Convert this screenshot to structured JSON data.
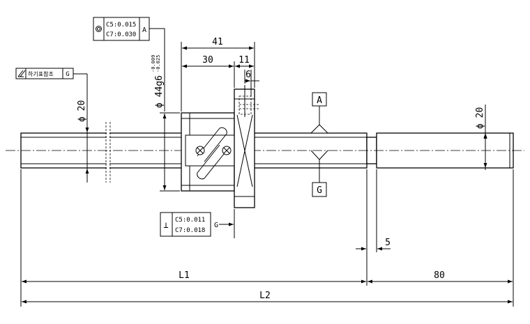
{
  "dimensions": {
    "nut_length": "41",
    "flange_offset": "30",
    "flange_width": "11",
    "flange_slot": "6",
    "nut_diameter_base": "ϕ 44g6",
    "nut_diameter_tol_upper": "-0.009",
    "nut_diameter_tol_lower": "-0.025",
    "shaft_diameter_left": "ϕ 20",
    "shaft_diameter_right": "ϕ 20",
    "end_offset": "5",
    "length_l1": "L1",
    "length_end": "80",
    "length_l2": "L2"
  },
  "datums": {
    "datum_a": "A",
    "datum_g": "G"
  },
  "tolerance_frames": {
    "concentricity": {
      "line_1": "C5:0.015",
      "line_2": "C7:0.030",
      "datum": "A"
    },
    "runout": {
      "note": "하기표참조",
      "datum": "G"
    },
    "perpendicularity": {
      "symbol": "⊥",
      "line_1": "C5:0.011",
      "line_2": "C7:0.018",
      "datum": "G"
    }
  }
}
